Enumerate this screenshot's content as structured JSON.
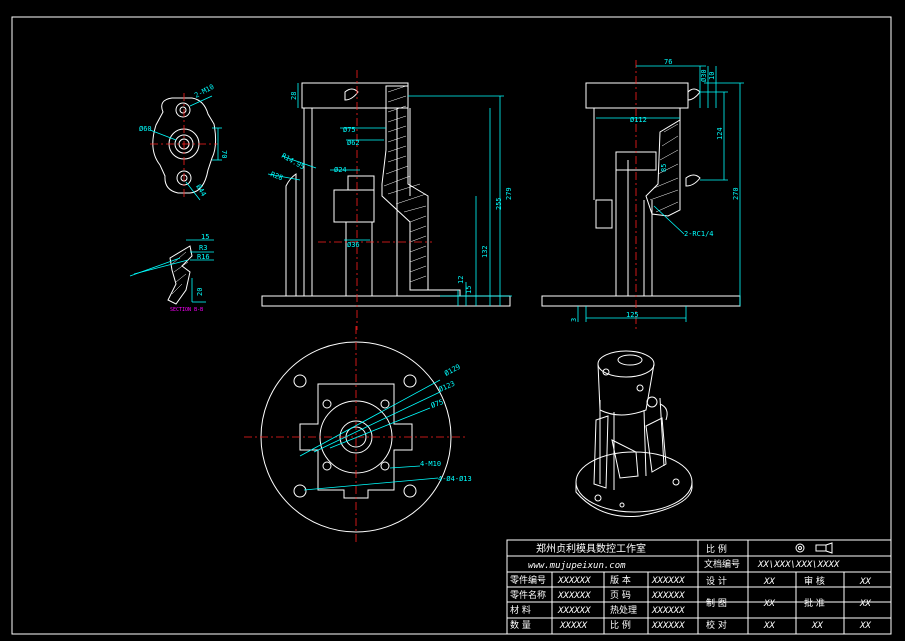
{
  "colors": {
    "background": "#000000",
    "outline": "#ffffff",
    "dimension": "#00ffff",
    "centerline": "#ff2020",
    "section": "#ff00ff"
  },
  "dims": {
    "m10": "2-M10",
    "d60": "Ø60",
    "d70": "70",
    "d44": "Ø44",
    "d28": "28",
    "d75": "Ø75",
    "d62": "Ø62",
    "r14": "R14.95",
    "r28": "R28",
    "d24": "Ø24",
    "d36": "Ø36",
    "d255": "255",
    "d279": "279",
    "d132": "132",
    "d12": "12",
    "d15": "15",
    "d76": "76",
    "d30": "Ø30",
    "d10": "10",
    "d112": "Ø112",
    "d124": "124",
    "d270": "270",
    "d85": "85",
    "rc": "2-RC1/4",
    "d125": "125",
    "d3": "3",
    "s15": "15",
    "sr3": "R3",
    "sr16": "R16",
    "s20": "20",
    "section_label": "SECTION B-B",
    "d129": "Ø129",
    "d123": "Ø123",
    "d75b": "Ø75",
    "m10b": "4-M10",
    "d13": "4-Ø4-Ø13"
  },
  "title_block": {
    "studio": "郑州贞利模具数控工作室",
    "website": "www.mujupeixun.com",
    "label_scale": "比  例",
    "label_file": "文档编号",
    "file_no": "XX\\XXX\\XXX\\XXXX",
    "rows": [
      {
        "l1": "零件编号",
        "v1": "XXXXXX",
        "l2": "版  本",
        "v2": "XXXXXX",
        "l3": "设  计",
        "v3": "XX",
        "l4": "审  核",
        "v4": "XX"
      },
      {
        "l1": "零件名称",
        "v1": "XXXXXX",
        "l2": "页  码",
        "v2": "XXXXXX",
        "l3": "",
        "v3": "",
        "l4": "",
        "v4": ""
      },
      {
        "l1": "材  料",
        "v1": "XXXXXX",
        "l2": "热处理",
        "v2": "XXXXXX",
        "l3": "制  图",
        "v3": "XX",
        "l4": "批  准",
        "v4": "XX"
      },
      {
        "l1": "数  量",
        "v1": "XXXXX",
        "l2": "比  例",
        "v2": "XXXXXX",
        "l3": "校  对",
        "v3": "XX",
        "l4": "XX",
        "v4": "XX"
      }
    ]
  }
}
